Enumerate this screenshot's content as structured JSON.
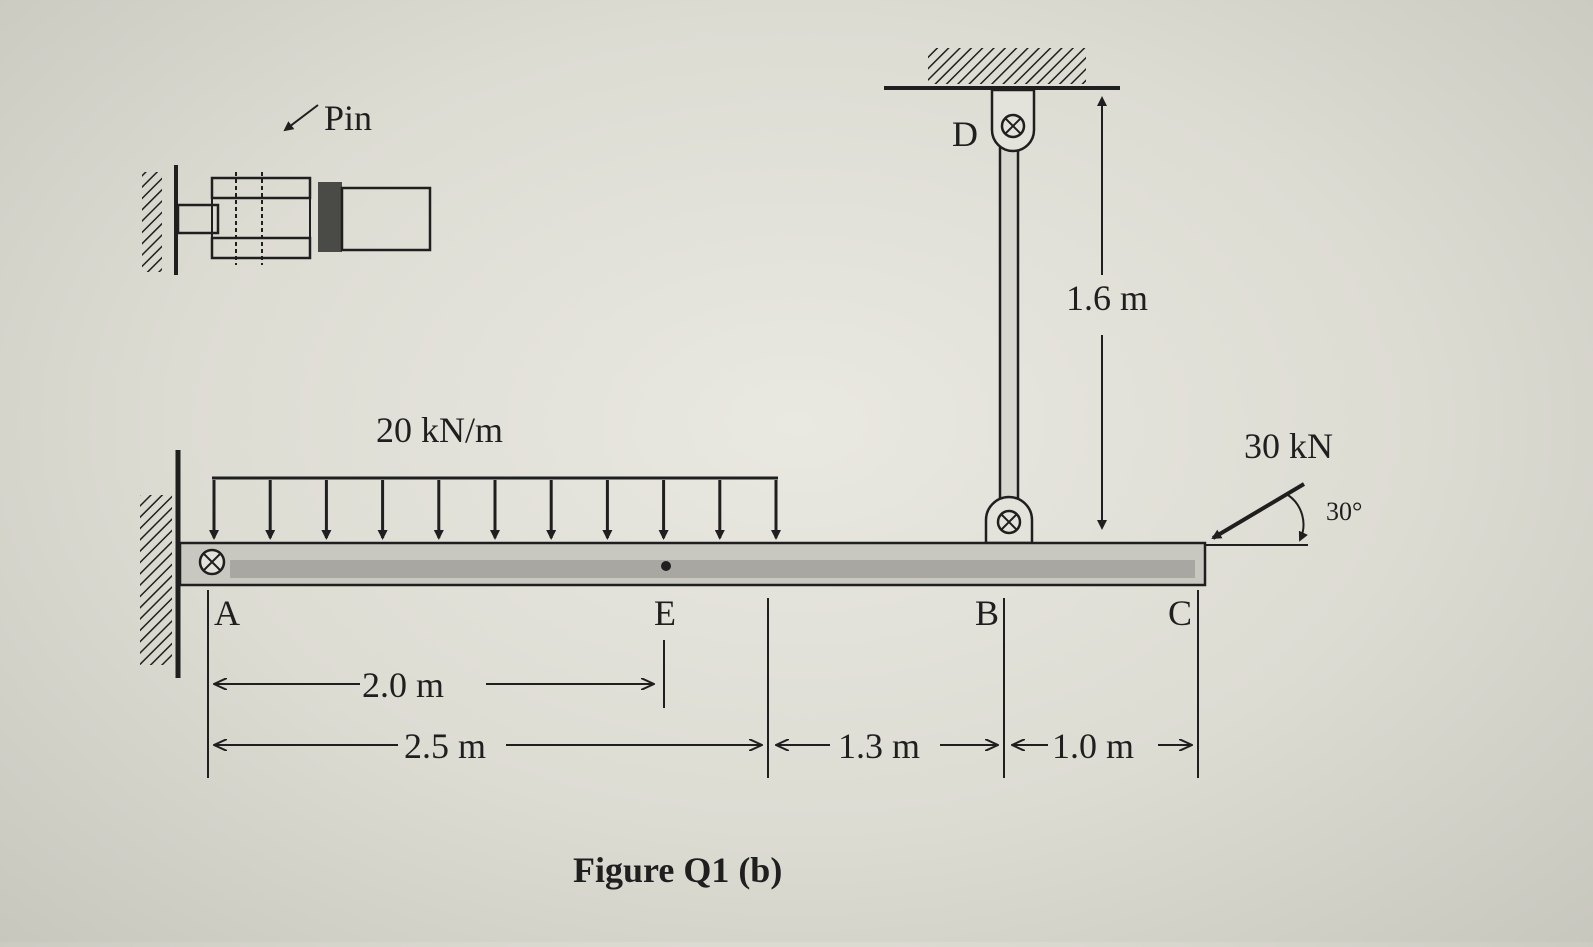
{
  "figure": {
    "caption": "Figure Q1 (b)",
    "pin_label": "Pin",
    "points": {
      "A": "A",
      "B": "B",
      "C": "C",
      "D": "D",
      "E": "E"
    },
    "distributed_load": {
      "label": "20 kN/m"
    },
    "point_load": {
      "label": "30 kN",
      "angle_label": "30°"
    },
    "rod": {
      "length_label": "1.6 m"
    },
    "dimensions": {
      "AE": "2.0 m",
      "A_to_load_end": "2.5 m",
      "load_end_to_B": "1.3 m",
      "BC": "1.0 m"
    }
  }
}
